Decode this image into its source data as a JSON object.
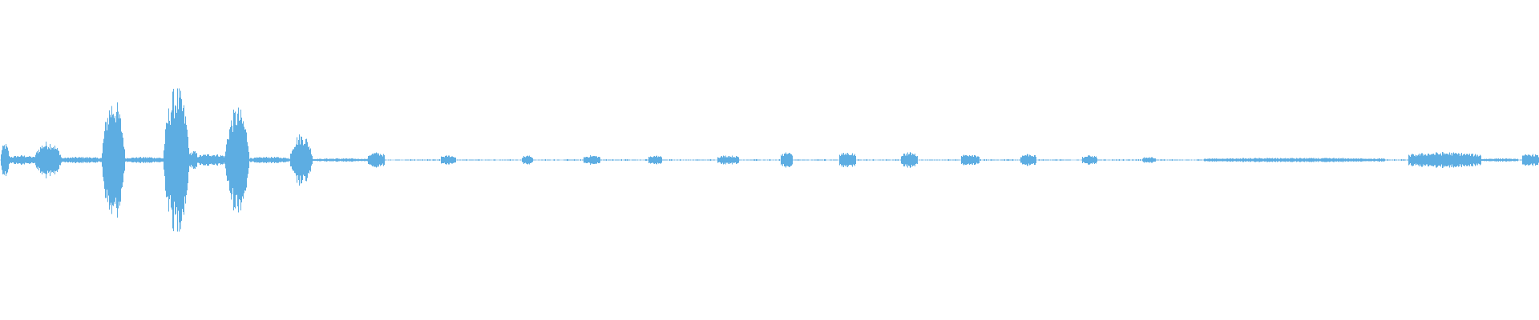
{
  "waveform": {
    "color": "#5dade2",
    "background": "#ffffff",
    "duration_normalized": 1.0,
    "segments": [
      {
        "start": 0.0,
        "end": 0.006,
        "amp": 0.11
      },
      {
        "start": 0.006,
        "end": 0.022,
        "amp": 0.03
      },
      {
        "start": 0.022,
        "end": 0.04,
        "amp": 0.12
      },
      {
        "start": 0.04,
        "end": 0.066,
        "amp": 0.02
      },
      {
        "start": 0.066,
        "end": 0.081,
        "amp": 0.4
      },
      {
        "start": 0.081,
        "end": 0.106,
        "amp": 0.02
      },
      {
        "start": 0.106,
        "end": 0.123,
        "amp": 0.47
      },
      {
        "start": 0.123,
        "end": 0.128,
        "amp": 0.06
      },
      {
        "start": 0.128,
        "end": 0.146,
        "amp": 0.04
      },
      {
        "start": 0.146,
        "end": 0.162,
        "amp": 0.34
      },
      {
        "start": 0.162,
        "end": 0.188,
        "amp": 0.02
      },
      {
        "start": 0.188,
        "end": 0.203,
        "amp": 0.17
      },
      {
        "start": 0.203,
        "end": 0.239,
        "amp": 0.01
      },
      {
        "start": 0.239,
        "end": 0.25,
        "amp": 0.05
      },
      {
        "start": 0.286,
        "end": 0.296,
        "amp": 0.03
      },
      {
        "start": 0.339,
        "end": 0.346,
        "amp": 0.03
      },
      {
        "start": 0.379,
        "end": 0.39,
        "amp": 0.03
      },
      {
        "start": 0.421,
        "end": 0.43,
        "amp": 0.03
      },
      {
        "start": 0.466,
        "end": 0.48,
        "amp": 0.03
      },
      {
        "start": 0.507,
        "end": 0.515,
        "amp": 0.05
      },
      {
        "start": 0.545,
        "end": 0.556,
        "amp": 0.05
      },
      {
        "start": 0.585,
        "end": 0.596,
        "amp": 0.05
      },
      {
        "start": 0.624,
        "end": 0.636,
        "amp": 0.04
      },
      {
        "start": 0.663,
        "end": 0.673,
        "amp": 0.04
      },
      {
        "start": 0.703,
        "end": 0.713,
        "amp": 0.03
      },
      {
        "start": 0.742,
        "end": 0.751,
        "amp": 0.02
      },
      {
        "start": 0.782,
        "end": 0.9,
        "amp": 0.013
      },
      {
        "start": 0.915,
        "end": 0.962,
        "amp": 0.05
      },
      {
        "start": 0.962,
        "end": 0.986,
        "amp": 0.01
      },
      {
        "start": 0.989,
        "end": 1.0,
        "amp": 0.04
      }
    ],
    "quiet_amp": 0.004
  }
}
